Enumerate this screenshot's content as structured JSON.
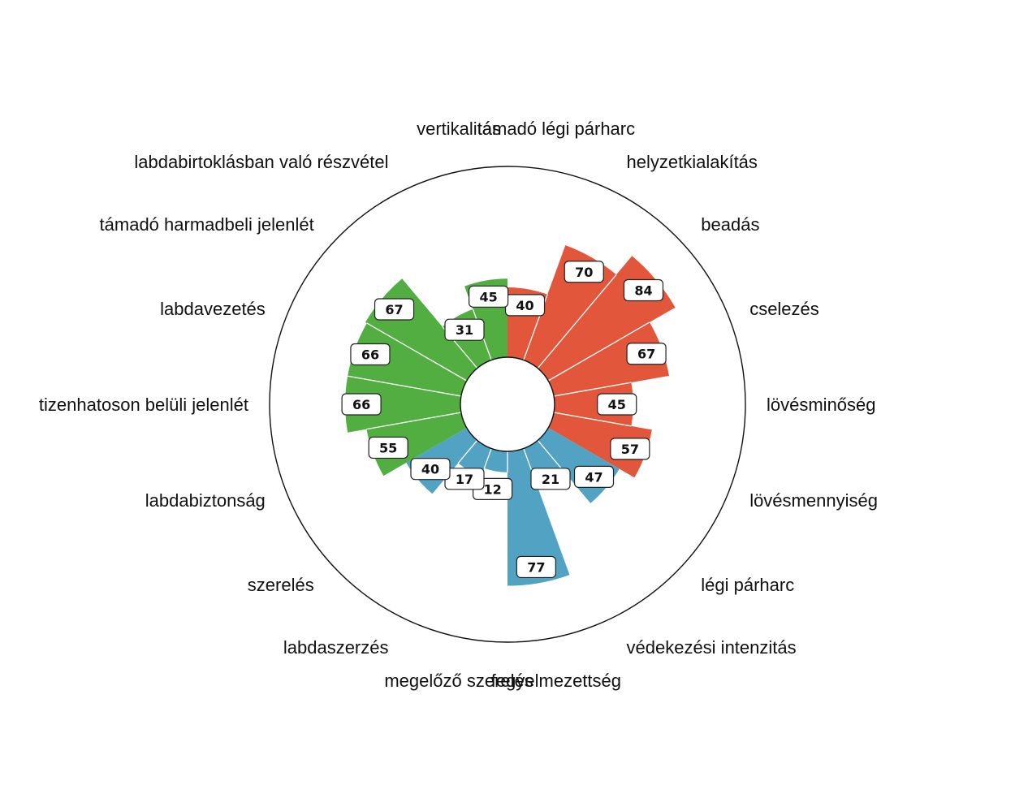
{
  "chart_data": {
    "type": "polar-bar",
    "ylim": [
      0,
      100
    ],
    "colors": {
      "attacking": "#e2573b",
      "defending": "#52a2c4",
      "possession": "#52ae40"
    },
    "categories": [
      {
        "label": "támadó légi párharc",
        "value": 40,
        "group": "attacking"
      },
      {
        "label": "helyzetkialakítás",
        "value": 70,
        "group": "attacking"
      },
      {
        "label": "beadás",
        "value": 84,
        "group": "attacking"
      },
      {
        "label": "cselezés",
        "value": 67,
        "group": "attacking"
      },
      {
        "label": "lövésminőség",
        "value": 45,
        "group": "attacking"
      },
      {
        "label": "lövésmennyiség",
        "value": 57,
        "group": "attacking"
      },
      {
        "label": "légi párharc",
        "value": 47,
        "group": "defending"
      },
      {
        "label": "védekezési intenzitás",
        "value": 21,
        "group": "defending"
      },
      {
        "label": "fegyelmezettség",
        "value": 77,
        "group": "defending"
      },
      {
        "label": "megelőző szerelés",
        "value": 12,
        "group": "defending"
      },
      {
        "label": "labdaszerzés",
        "value": 17,
        "group": "defending"
      },
      {
        "label": "szerelés",
        "value": 40,
        "group": "defending"
      },
      {
        "label": "labdabiztonság",
        "value": 55,
        "group": "possession"
      },
      {
        "label": "tizenhatoson belüli jelenlét",
        "value": 66,
        "group": "possession"
      },
      {
        "label": "labdavezetés",
        "value": 66,
        "group": "possession"
      },
      {
        "label": "támadó harmadbeli jelenlét",
        "value": 67,
        "group": "possession"
      },
      {
        "label": "labdabirtoklásban való részvétel",
        "value": 31,
        "group": "possession"
      },
      {
        "label": "vertikalitás",
        "value": 45,
        "group": "possession"
      }
    ]
  }
}
